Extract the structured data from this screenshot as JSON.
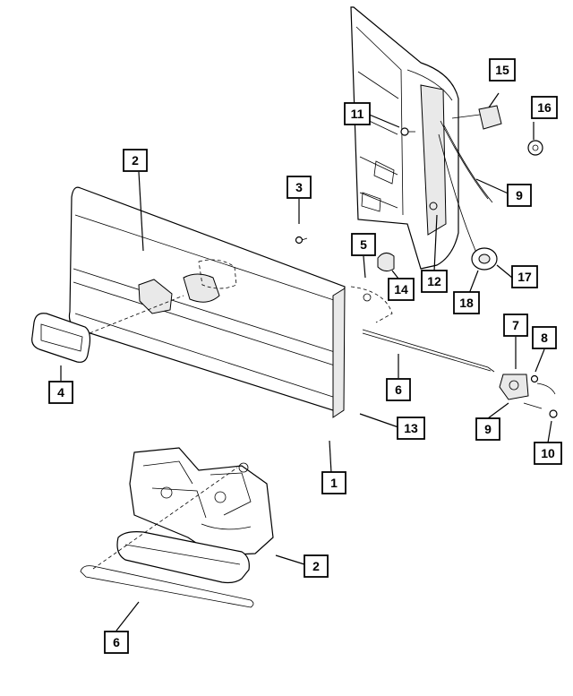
{
  "callouts": {
    "c1": "1",
    "c2a": "2",
    "c2b": "2",
    "c3": "3",
    "c4": "4",
    "c5": "5",
    "c6a": "6",
    "c6b": "6",
    "c7": "7",
    "c8": "8",
    "c9a": "9",
    "c9b": "9",
    "c10": "10",
    "c11": "11",
    "c12": "12",
    "c13": "13",
    "c14": "14",
    "c15": "15",
    "c16": "16",
    "c17": "17",
    "c18": "18"
  }
}
